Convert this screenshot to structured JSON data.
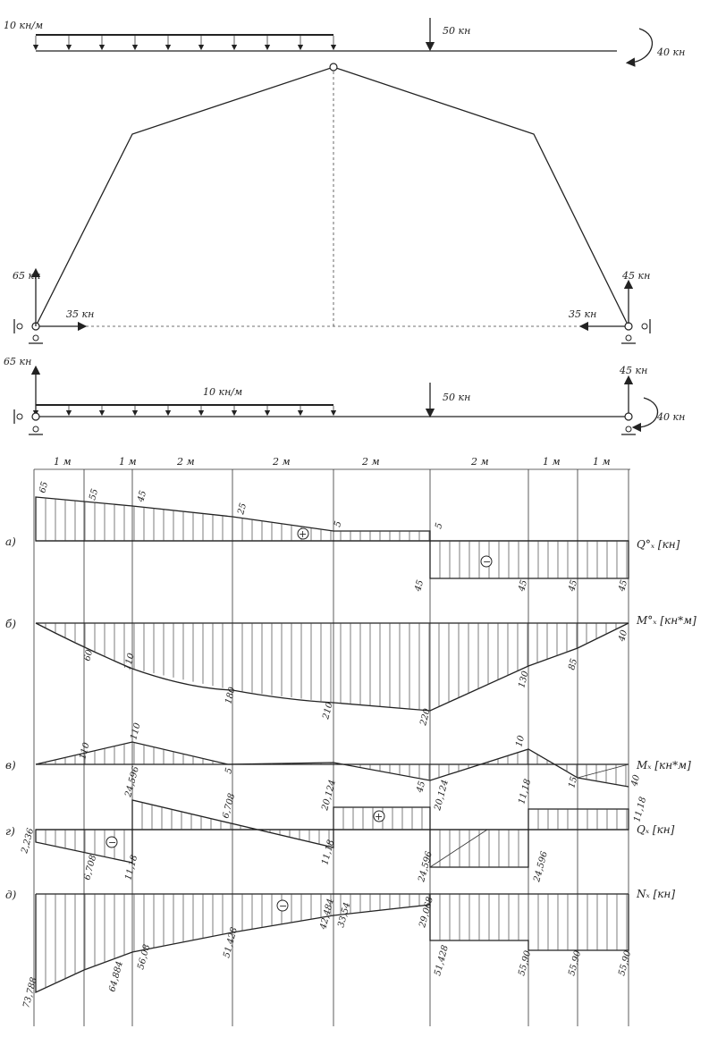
{
  "top_beam": {
    "dist_load": "10 кн/м",
    "point_load": "50 кн",
    "moment": "40 кн"
  },
  "frame": {
    "left_vertical_reaction": "65 кн",
    "left_horizontal_reaction": "35 кн",
    "right_vertical_reaction": "45 кн",
    "right_horizontal_reaction": "35 кн"
  },
  "equiv_beam": {
    "left_reaction": "65 кн",
    "dist_load": "10 кн/м",
    "point_load": "50 кн",
    "right_reaction": "45 кн",
    "moment": "40 кн"
  },
  "spans": [
    "1 м",
    "1 м",
    "2 м",
    "2 м",
    "2 м",
    "2 м",
    "1 м",
    "1 м"
  ],
  "diagrams": [
    {
      "letter": "а)",
      "unit_label": "Q°ₓ [кн]",
      "values": [
        "65",
        "55",
        "45",
        "25",
        "5",
        "5",
        "45",
        "45",
        "45",
        "45"
      ],
      "signs": [
        "+",
        "−"
      ]
    },
    {
      "letter": "б)",
      "unit_label": "M°ₓ [кн*м]",
      "values": [
        "60",
        "110",
        "180",
        "210",
        "220",
        "130",
        "85",
        "40"
      ]
    },
    {
      "letter": "в)",
      "unit_label": "Mₓ [кн*м]",
      "values": [
        "110",
        "110",
        "5",
        "45",
        "10",
        "15",
        "40"
      ]
    },
    {
      "letter": "г)",
      "unit_label": "Qₓ [кн]",
      "values": [
        "2,236",
        "6,708",
        "11,18",
        "24,596",
        "6,708",
        "20,124",
        "11,18",
        "20,124",
        "24,596",
        "11,18",
        "24,596",
        "11,18"
      ],
      "signs": [
        "−",
        "+"
      ]
    },
    {
      "letter": "д)",
      "unit_label": "Nₓ [кн]",
      "values": [
        "73,788",
        "64,884",
        "56,08",
        "51,428",
        "42,484",
        "33,54",
        "29,068",
        "51,428",
        "55,90",
        "55,90",
        "55,90"
      ],
      "signs": [
        "−"
      ]
    }
  ]
}
